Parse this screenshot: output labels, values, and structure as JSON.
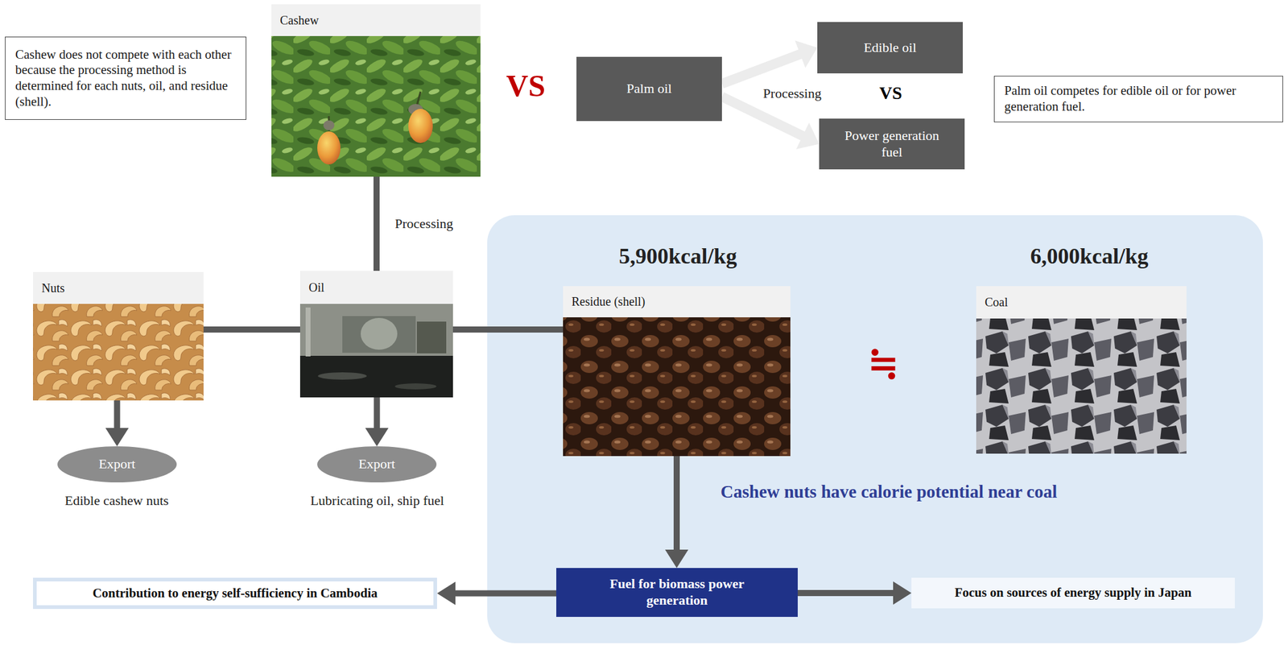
{
  "diagram": {
    "nodes": [
      {
        "text": [
          "Cashew does not compete with each other because the processing method is determined for each nuts, oil, and residue (shell)."
        ]
      },
      {
        "text": [
          "Cashew"
        ]
      },
      {
        "text": [
          "Palm oil"
        ]
      },
      {
        "text": [
          "Edible oil"
        ]
      },
      {
        "text": [
          "Power generation fuel"
        ]
      },
      {
        "text": [
          "Palm oil competes for edible oil or for power generation fuel."
        ]
      },
      {
        "text": [
          "Nuts"
        ]
      },
      {
        "text": [
          "Oil"
        ]
      },
      {
        "text": [
          "Residue (shell)"
        ]
      },
      {
        "text": [
          "Coal"
        ]
      },
      {
        "text": [
          "Export"
        ]
      },
      {
        "text": [
          "Export"
        ]
      },
      {
        "text": [
          "Contribution to energy self-sufficiency in Cambodia"
        ]
      },
      {
        "text": [
          "Fuel for biomass power generation"
        ]
      },
      {
        "text": [
          "Focus on sources of energy supply in Japan"
        ]
      }
    ],
    "edges": [
      {
        "from": 1,
        "to": 7,
        "arrow": "none",
        "label": "Processing"
      },
      {
        "from": 2,
        "to": 3,
        "arrow": "to"
      },
      {
        "from": 2,
        "to": 4,
        "arrow": "to"
      },
      {
        "from": 7,
        "to": 6,
        "arrow": "none"
      },
      {
        "from": 7,
        "to": 8,
        "arrow": "none"
      },
      {
        "from": 6,
        "to": 10,
        "arrow": "to"
      },
      {
        "from": 7,
        "to": 11,
        "arrow": "to"
      },
      {
        "from": 8,
        "to": 13,
        "arrow": "to"
      },
      {
        "from": 13,
        "to": 12,
        "arrow": "to"
      },
      {
        "from": 13,
        "to": 14,
        "arrow": "to"
      }
    ],
    "labels": [
      "VS",
      "Processing",
      "VS",
      "Edible cashew nuts",
      "Lubricating oil, ship fuel",
      "5,900kcal/kg",
      "6,000kcal/kg",
      "≒",
      "Cashew nuts have calorie potential near coal"
    ]
  }
}
